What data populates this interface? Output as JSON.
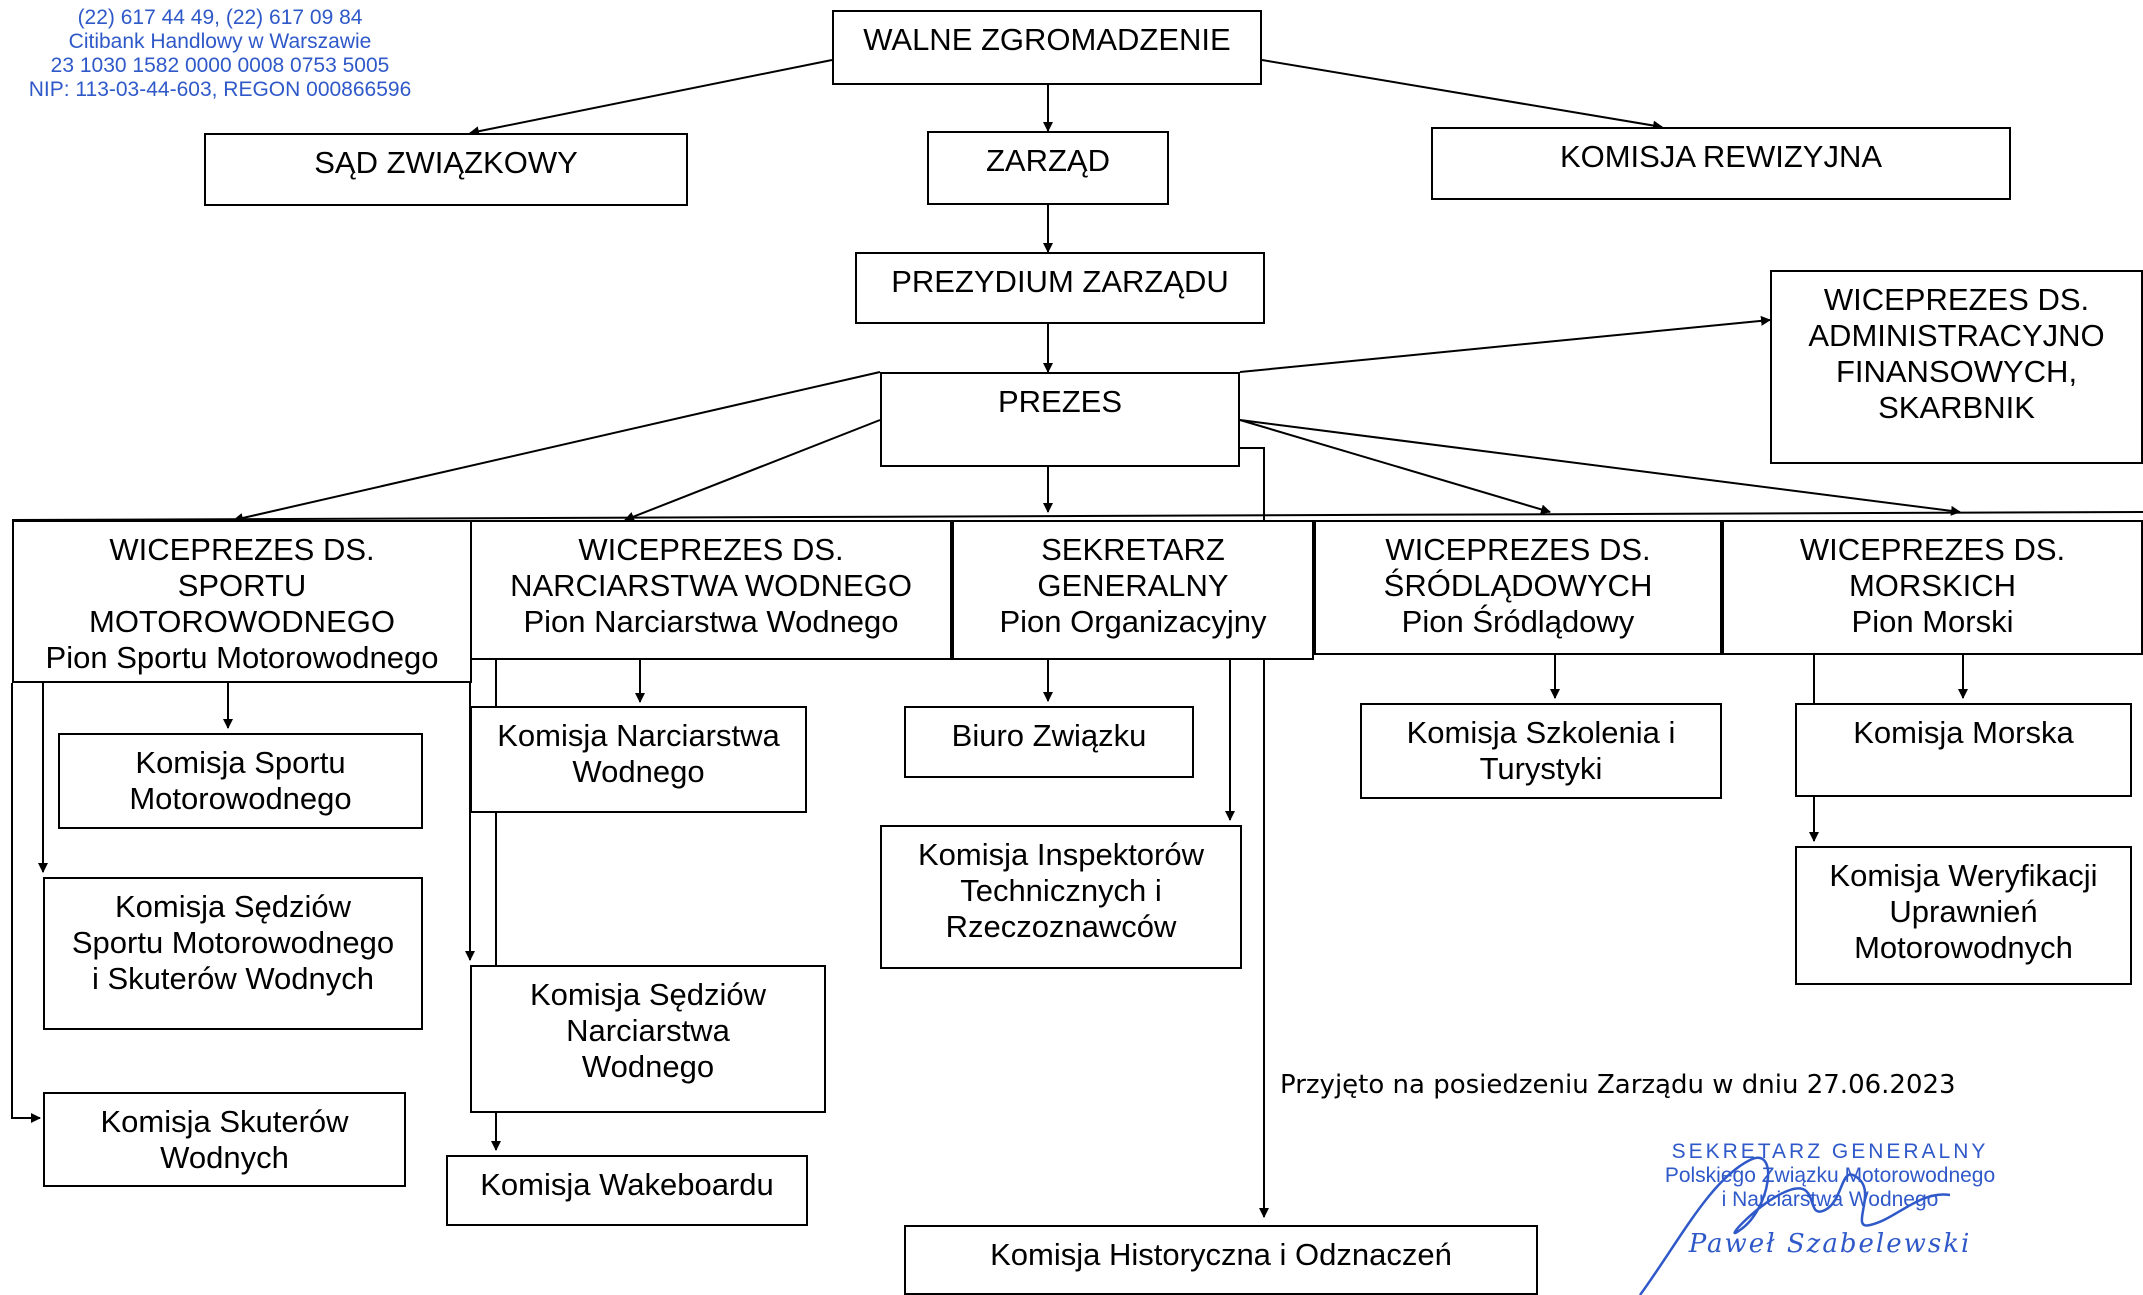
{
  "header_stamp": {
    "phone": "(22) 617 44 49, (22) 617 09 84",
    "bank": "Citibank Handlowy w Warszawie",
    "account": "23 1030 1582 0000 0008 0753 5005",
    "ids": "NIP: 113-03-44-603, REGON 000866596"
  },
  "boxes": {
    "walne": [
      "WALNE ZGROMADZENIE"
    ],
    "sad": [
      "SĄD ZWIĄZKOWY"
    ],
    "zarzad": [
      "ZARZĄD"
    ],
    "rewizyjna": [
      "KOMISJA REWIZYJNA"
    ],
    "prezydium": [
      "PREZYDIUM ZARZĄDU"
    ],
    "prezes": [
      "PREZES"
    ],
    "vp_admin": [
      "WICEPREZES DS.",
      "ADMINISTRACYJNO",
      "FINANSOWYCH,",
      "SKARBNIK"
    ],
    "vp_sport": [
      "WICEPREZES DS.",
      "SPORTU",
      "MOTOROWODNEGO",
      "Pion Sportu Motorowodnego"
    ],
    "vp_narciarstwo": [
      "WICEPREZES DS.",
      "NARCIARSTWA WODNEGO",
      "Pion Narciarstwa Wodnego"
    ],
    "sekretarz": [
      "SEKRETARZ",
      "GENERALNY",
      "Pion Organizacyjny"
    ],
    "vp_srodladowe": [
      "WICEPREZES DS.",
      "ŚRÓDLĄDOWYCH",
      "Pion Śródlądowy"
    ],
    "vp_morskie": [
      "WICEPREZES DS.",
      "MORSKICH",
      "Pion Morski"
    ],
    "k_sport": [
      "Komisja Sportu",
      "Motorowodnego"
    ],
    "k_sedziow_sport": [
      "Komisja Sędziów",
      "Sportu Motorowodnego",
      "i Skuterów Wodnych"
    ],
    "k_skuterow": [
      "Komisja Skuterów",
      "Wodnych"
    ],
    "k_narciarstwa": [
      "Komisja Narciarstwa",
      "Wodnego"
    ],
    "k_sedziow_narc": [
      "Komisja Sędziów",
      "Narciarstwa",
      "Wodnego"
    ],
    "k_wakeboardu": [
      "Komisja Wakeboardu"
    ],
    "biuro": [
      "Biuro Związku"
    ],
    "k_inspektorow": [
      "Komisja Inspektorów",
      "Technicznych i",
      "Rzeczoznawców"
    ],
    "k_historyczna": [
      "Komisja Historyczna i Odznaczeń"
    ],
    "k_szkolenia": [
      "Komisja Szkolenia i",
      "Turystyki"
    ],
    "k_morska": [
      "Komisja Morska"
    ],
    "k_weryfikacji": [
      "Komisja Weryfikacji",
      "Uprawnień",
      "Motorowodnych"
    ]
  },
  "note": "Przyjęto na posiedzeniu Zarządu w dniu 27.06.2023",
  "seal": {
    "line1": "SEKRETARZ GENERALNY",
    "line2": "Polskiego Związku Motorowodnego",
    "line3": "i Narciarstwa Wodnego",
    "signature": "Paweł Szabelewski"
  },
  "colors": {
    "stamp": "#2f59c9",
    "lines": "#000000"
  }
}
